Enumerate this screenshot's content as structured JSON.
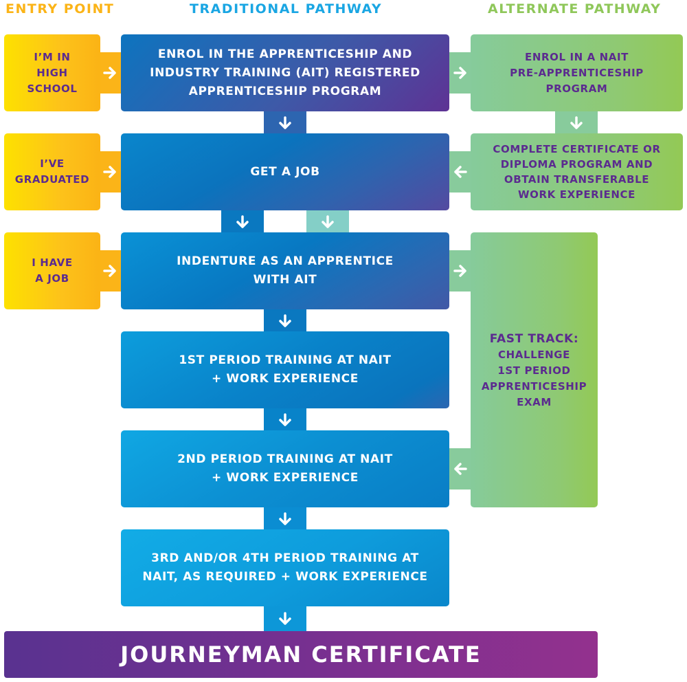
{
  "headers": {
    "entry_point": "ENTRY POINT",
    "traditional": "TRADITIONAL PATHWAY",
    "alternate": "ALTERNATE PATHWAY"
  },
  "colors": {
    "entry_header": "#fbb418",
    "traditional_header": "#1aa6e3",
    "alternate_header": "#8fc75a",
    "entry_text": "#5b2b8f",
    "alternate_text": "#5b2b8f",
    "final_start": "#593290",
    "final_end": "#93318e"
  },
  "entry_points": [
    {
      "label": "I'M IN HIGH SCHOOL",
      "lines": [
        "I’M IN",
        "HIGH",
        "SCHOOL"
      ]
    },
    {
      "label": "I'VE GRADUATED",
      "lines": [
        "I’VE",
        "GRADUATED"
      ]
    },
    {
      "label": "I HAVE A JOB",
      "lines": [
        "I HAVE",
        "A JOB"
      ]
    }
  ],
  "traditional_steps": [
    {
      "lines": [
        "ENROL IN THE APPRENTICESHIP AND",
        "INDUSTRY TRAINING (AIT) REGISTERED",
        "APPRENTICESHIP PROGRAM"
      ]
    },
    {
      "lines": [
        "GET A JOB"
      ]
    },
    {
      "lines": [
        "INDENTURE AS AN APPRENTICE",
        "WITH AIT"
      ]
    },
    {
      "lines": [
        "1ST PERIOD TRAINING AT NAIT",
        "+ WORK EXPERIENCE"
      ]
    },
    {
      "lines": [
        "2ND PERIOD TRAINING AT NAIT",
        "+ WORK EXPERIENCE"
      ]
    },
    {
      "lines": [
        "3RD AND/OR 4TH PERIOD TRAINING AT",
        "NAIT, AS REQUIRED + WORK EXPERIENCE"
      ]
    }
  ],
  "alternate_steps": [
    {
      "lines": [
        "ENROL IN A NAIT",
        "PRE-APPRENTICESHIP",
        "PROGRAM"
      ]
    },
    {
      "lines": [
        "COMPLETE CERTIFICATE OR",
        "DIPLOMA PROGRAM AND",
        "OBTAIN TRANSFERABLE",
        "WORK EXPERIENCE"
      ]
    },
    {
      "lines": [
        "FAST TRACK:",
        "CHALLENGE",
        "1ST PERIOD",
        "APPRENTICESHIP",
        "EXAM"
      ]
    }
  ],
  "final": {
    "label": "JOURNEYMAN CERTIFICATE"
  }
}
